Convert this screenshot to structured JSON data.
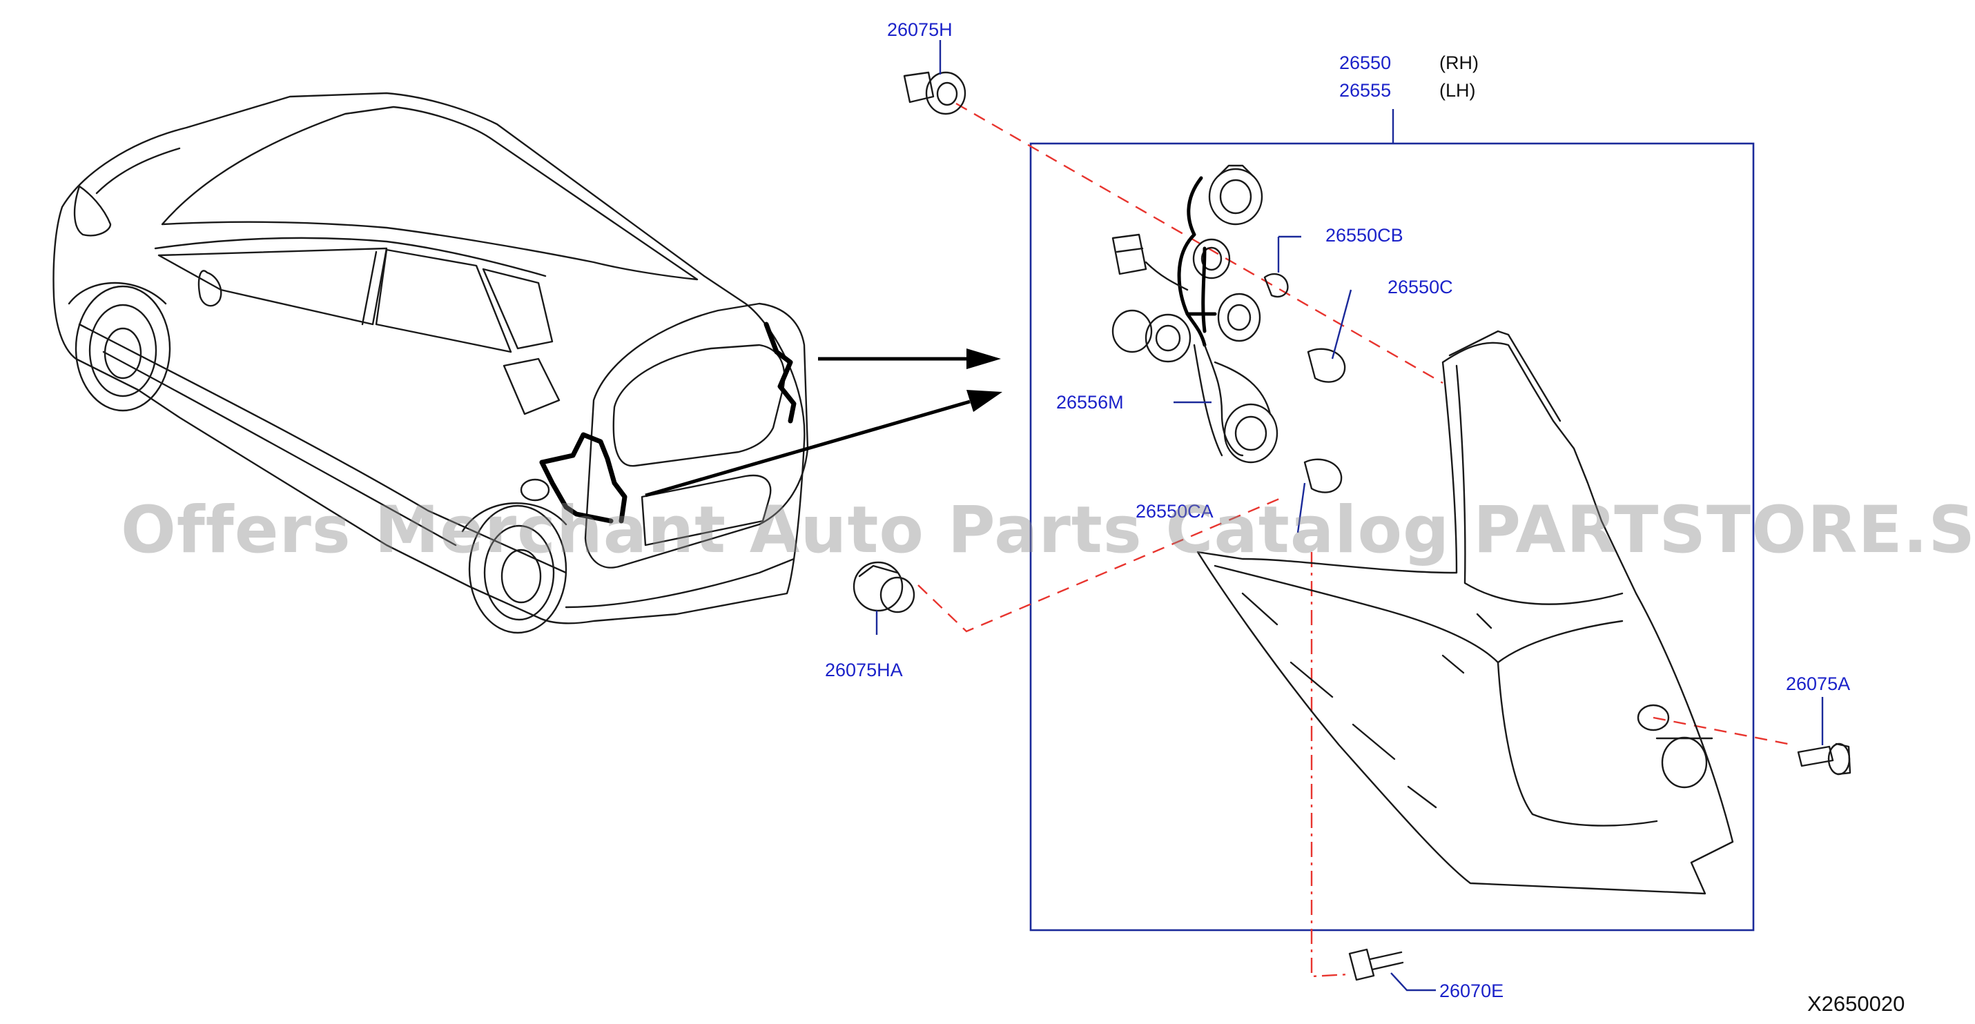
{
  "callouts": {
    "c26075H": "26075H",
    "c26550": "26550",
    "c26555": "26555",
    "rh": "(RH)",
    "lh": "(LH)",
    "c26550CB": "26550CB",
    "c26550C": "26550C",
    "c26556M": "26556M",
    "c26550CA": "26550CA",
    "c26075HA": "26075HA",
    "c26075A": "26075A",
    "c26070E": "26070E"
  },
  "diagram_code": "X2650020",
  "watermark": "Offers Merchant Auto Parts Catalog PARTSTORE.SA",
  "colors": {
    "callout_text": "#1b22c9",
    "leader_line": "#1b2a9a",
    "guide_dash": "#e8352f",
    "outline": "#1a1a1a"
  }
}
